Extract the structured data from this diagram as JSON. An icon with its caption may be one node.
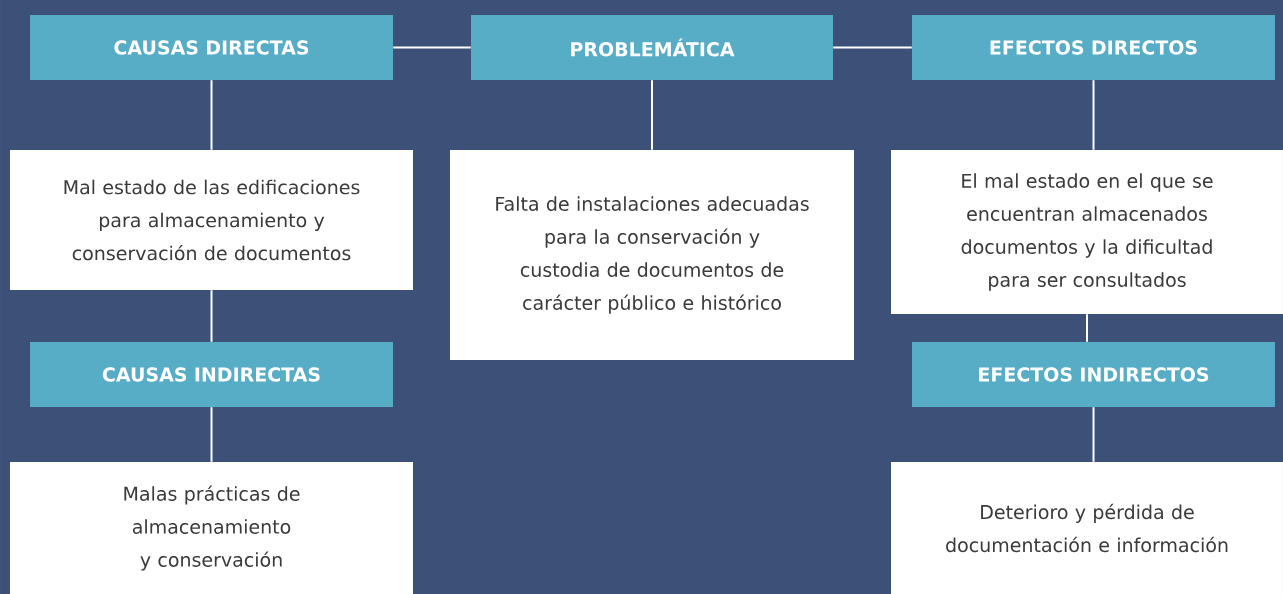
{
  "diagram": {
    "nodes": [
      {
        "text": [
          "CAUSAS DIRECTAS"
        ]
      },
      {
        "text": [
          "PROBLEMÁTICA"
        ]
      },
      {
        "text": [
          "EFECTOS DIRECTOS"
        ]
      },
      {
        "text": [
          "Mal estado de las edificaciones para almacenamiento y conservación de documentos"
        ]
      },
      {
        "text": [
          "Falta de instalaciones adecuadas para la conservación y custodia de documentos de carácter público e histórico"
        ]
      },
      {
        "text": [
          "El mal estado en el que se encuentran almacenados documentos y la dificultad para ser consultados"
        ]
      },
      {
        "text": [
          "CAUSAS INDIRECTAS"
        ]
      },
      {
        "text": [
          "EFECTOS INDIRECTOS"
        ]
      },
      {
        "text": [
          "Malas prácticas de almacenamiento y conservación"
        ]
      },
      {
        "text": [
          "Deterioro y pérdida de documentación e información"
        ]
      }
    ],
    "edges": [
      {
        "from": 0,
        "to": 1,
        "arrow": "none"
      },
      {
        "from": 1,
        "to": 2,
        "arrow": "none"
      },
      {
        "from": 0,
        "to": 3,
        "arrow": "none"
      },
      {
        "from": 1,
        "to": 4,
        "arrow": "none"
      },
      {
        "from": 2,
        "to": 5,
        "arrow": "none"
      },
      {
        "from": 3,
        "to": 6,
        "arrow": "none"
      },
      {
        "from": 5,
        "to": 7,
        "arrow": "none"
      },
      {
        "from": 6,
        "to": 8,
        "arrow": "none"
      },
      {
        "from": 7,
        "to": 9,
        "arrow": "none"
      }
    ]
  }
}
